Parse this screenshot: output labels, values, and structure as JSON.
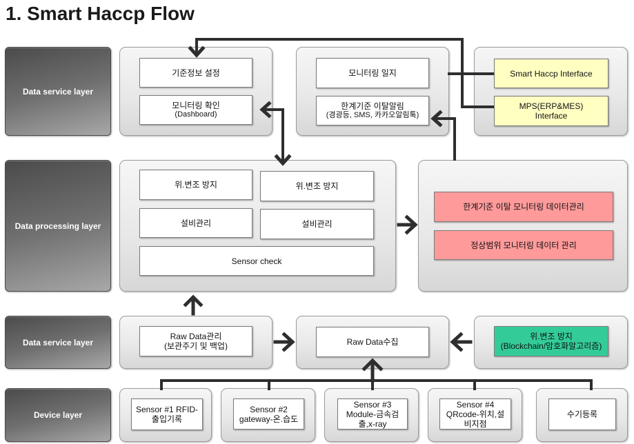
{
  "title": "1. Smart Haccp Flow",
  "layers": {
    "top_service": "Data service layer",
    "processing": "Data processing layer",
    "bottom_service": "Data service layer",
    "device": "Device layer"
  },
  "service_top": {
    "criteria_panel": {
      "setting": [
        "기준정보 설정"
      ],
      "dashboard": [
        "모니터링 확인",
        "(Dashboard)"
      ]
    },
    "monitoring_panel": {
      "log": [
        "모니터링 일지"
      ],
      "alert": [
        "한계기준 이탈알림",
        "(경광등, SMS, 카카오알림톡)"
      ]
    },
    "interface_panel": {
      "haccp": [
        "Smart Haccp Interface"
      ],
      "mps": [
        "MPS(ERP&MES)",
        "Interface"
      ]
    }
  },
  "processing": {
    "module_panel": {
      "tamper_left": "위.변조 방지",
      "tamper_right": "위.변조 방지",
      "equipment_left": "설비관리",
      "equipment_right": "설비관리",
      "sensor_check": "Sensor check"
    },
    "data_panel": {
      "limit_deviation": "한계기준 이탈 모니터링 데이터관리",
      "normal_range": "정상범위 모니터링 데이터 관리"
    }
  },
  "service_bottom": {
    "raw_management": [
      "Raw Data관리",
      "(보관주기 및 백업)"
    ],
    "raw_collection": [
      "Raw Data수집"
    ],
    "integrity": [
      "위.변조 방지",
      "(Blockchain/암호화알고리즘)"
    ]
  },
  "devices": [
    [
      "Sensor #1 RFID-",
      "출입기록"
    ],
    [
      "Sensor #2",
      "gateway-온.습도"
    ],
    [
      "Sensor #3",
      "Module-금속검",
      "출,x-ray"
    ],
    [
      "Sensor #4",
      "QRcode-위치,설",
      "비지점"
    ],
    [
      "수기등록"
    ]
  ],
  "colors": {
    "interface_box": "#ffffc2",
    "data_mgmt_box": "#ff9a9a",
    "integrity_box": "#33cc99",
    "connector": "#2e2e2e"
  }
}
